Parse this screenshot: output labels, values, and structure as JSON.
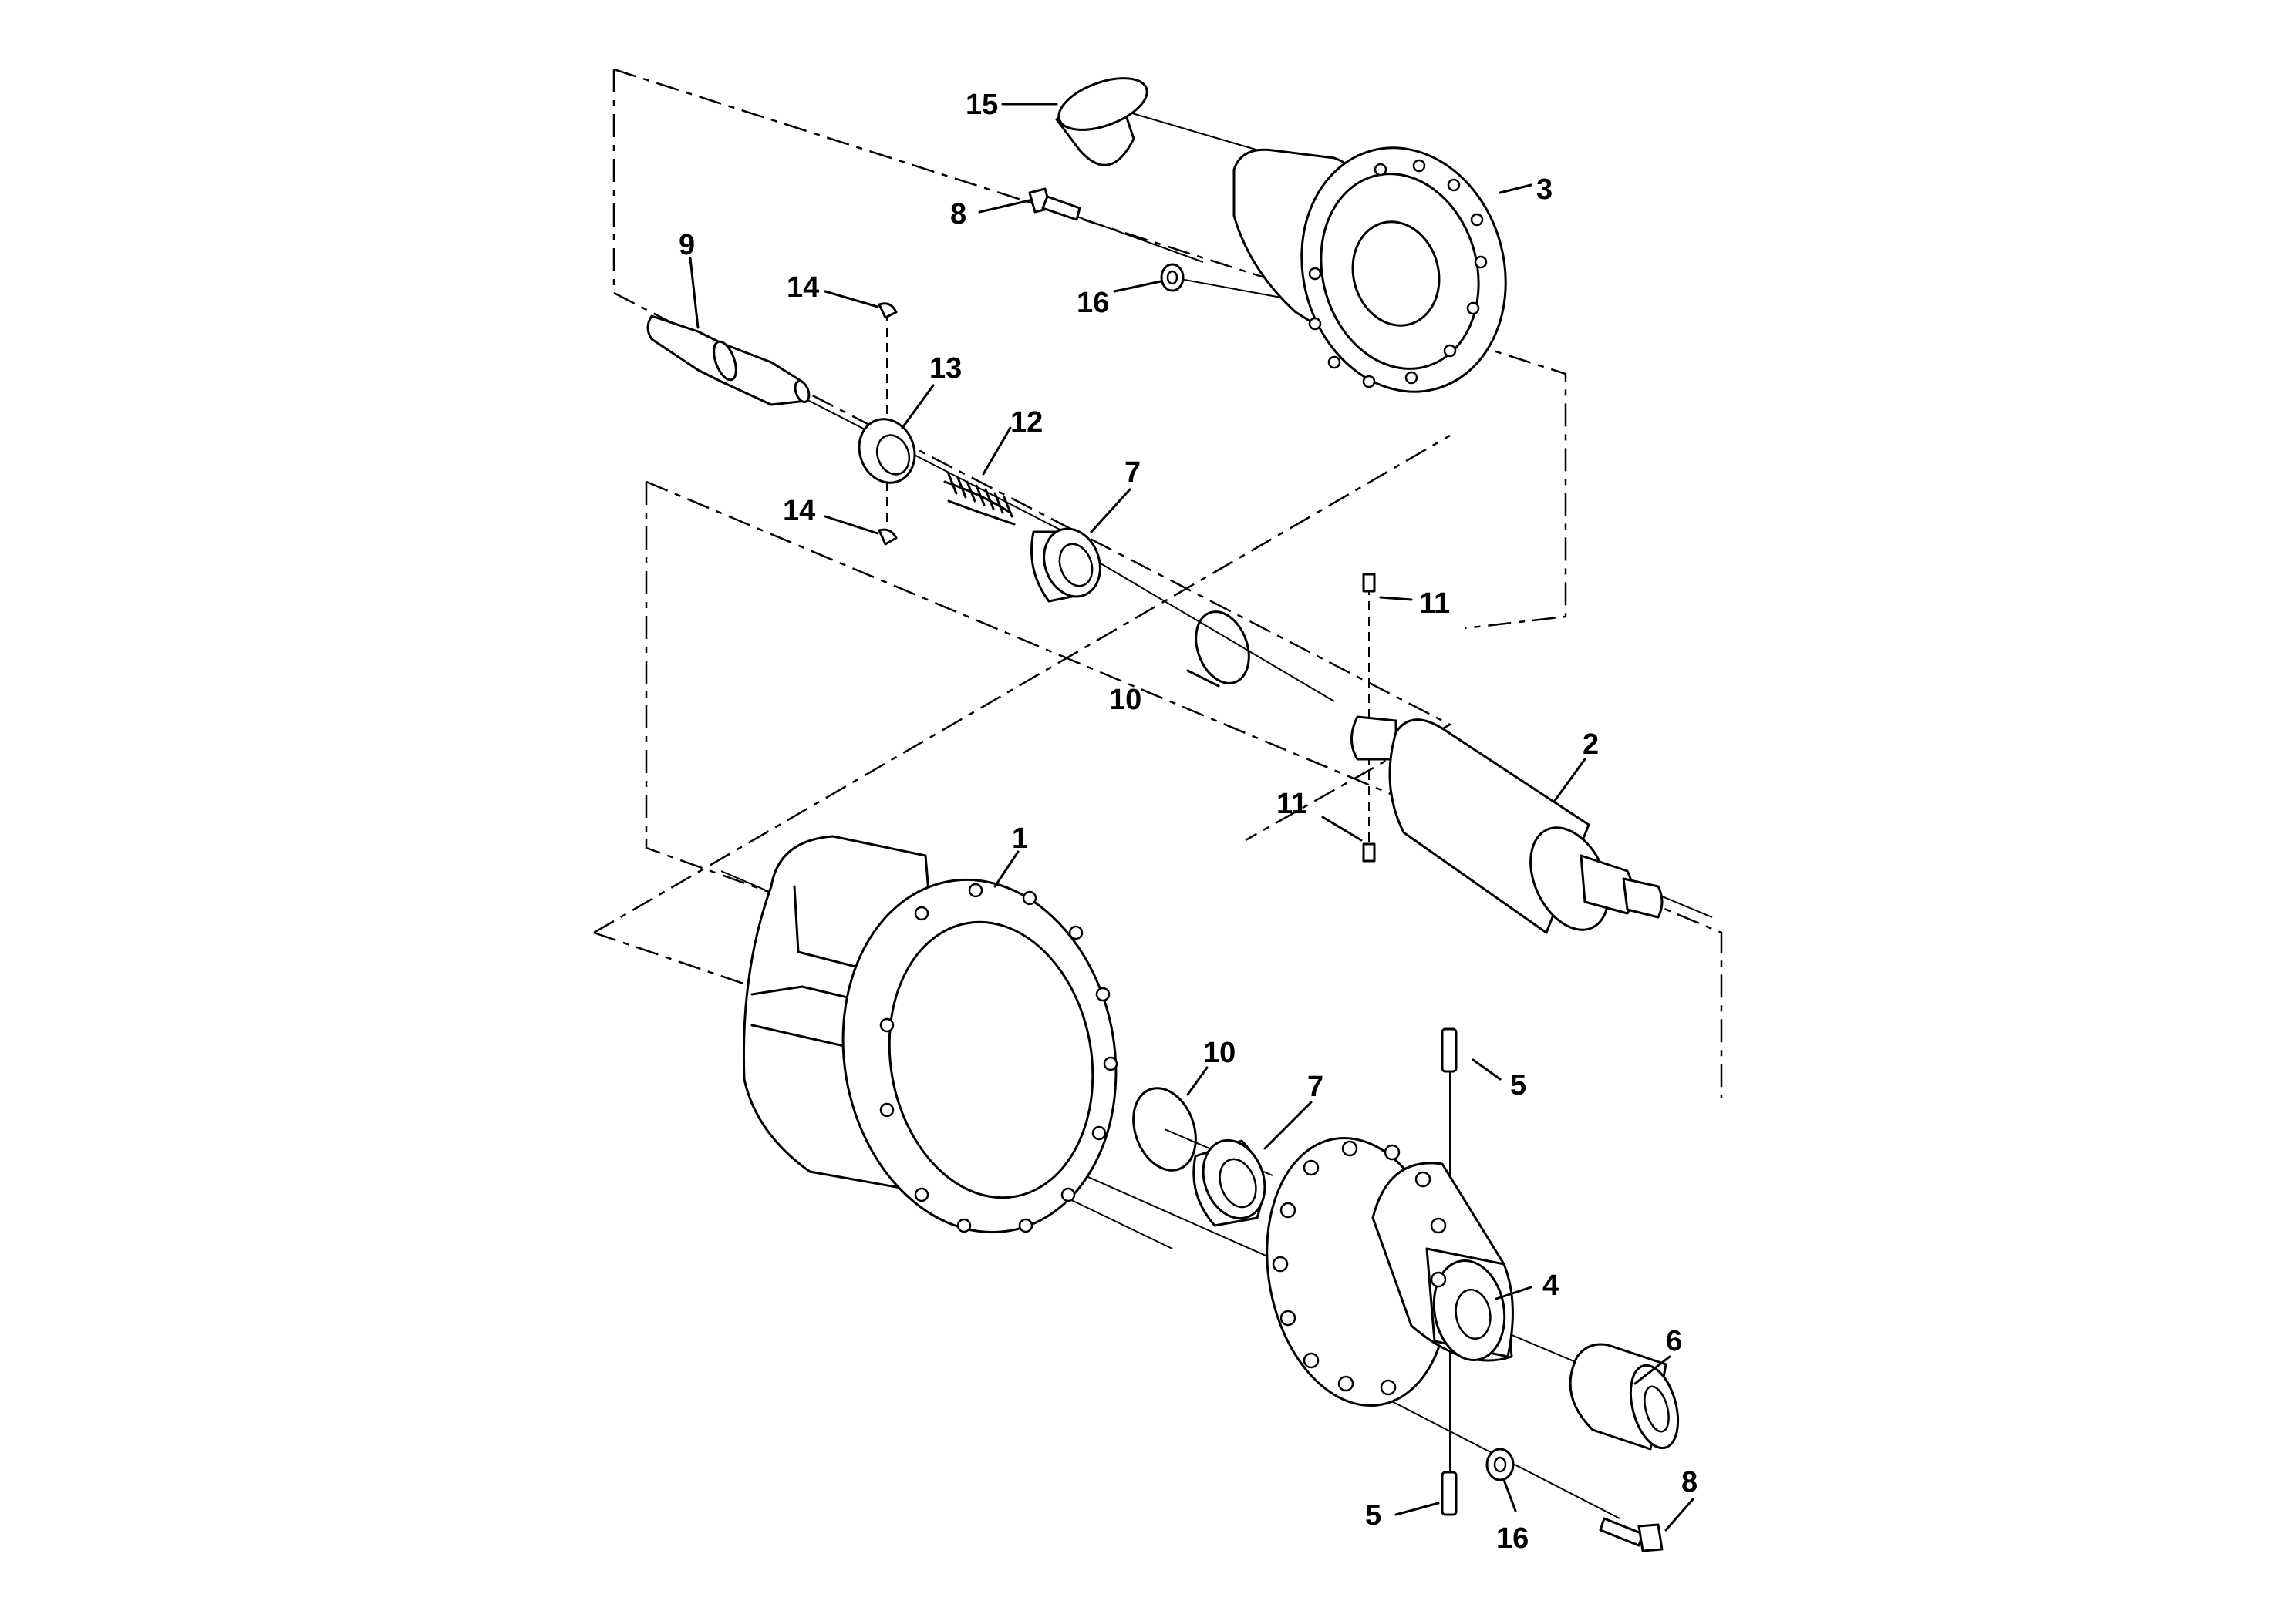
{
  "callouts": {
    "c1": "1",
    "c2": "2",
    "c3": "3",
    "c4": "4",
    "c5a": "5",
    "c5b": "5",
    "c6": "6",
    "c7a": "7",
    "c7b": "7",
    "c8a": "8",
    "c8b": "8",
    "c9": "9",
    "c10a": "10",
    "c10b": "10",
    "c11a": "11",
    "c11b": "11",
    "c12": "12",
    "c13": "13",
    "c14a": "14",
    "c14b": "14",
    "c15": "15",
    "c16a": "16",
    "c16b": "16"
  }
}
